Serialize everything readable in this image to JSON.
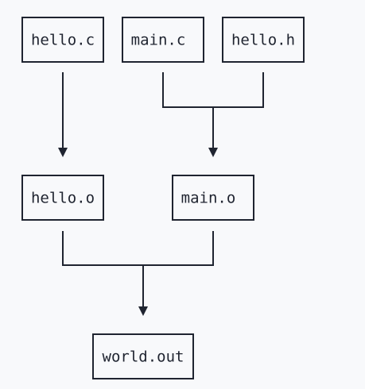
{
  "diagram": {
    "nodes": {
      "hello_c": "hello.c",
      "main_c": "main.c",
      "hello_h": "hello.h",
      "hello_o": "hello.o",
      "main_o": "main.o",
      "world_out": "world.out"
    },
    "edges": [
      {
        "from": "hello.c",
        "to": "hello.o"
      },
      {
        "from": "main.c",
        "to": "main.o"
      },
      {
        "from": "hello.h",
        "to": "main.o"
      },
      {
        "from": "hello.o",
        "to": "world.out"
      },
      {
        "from": "main.o",
        "to": "world.out"
      }
    ],
    "colors": {
      "background": "#f8f9fb",
      "stroke": "#1f2430",
      "text": "#1f2430"
    }
  }
}
